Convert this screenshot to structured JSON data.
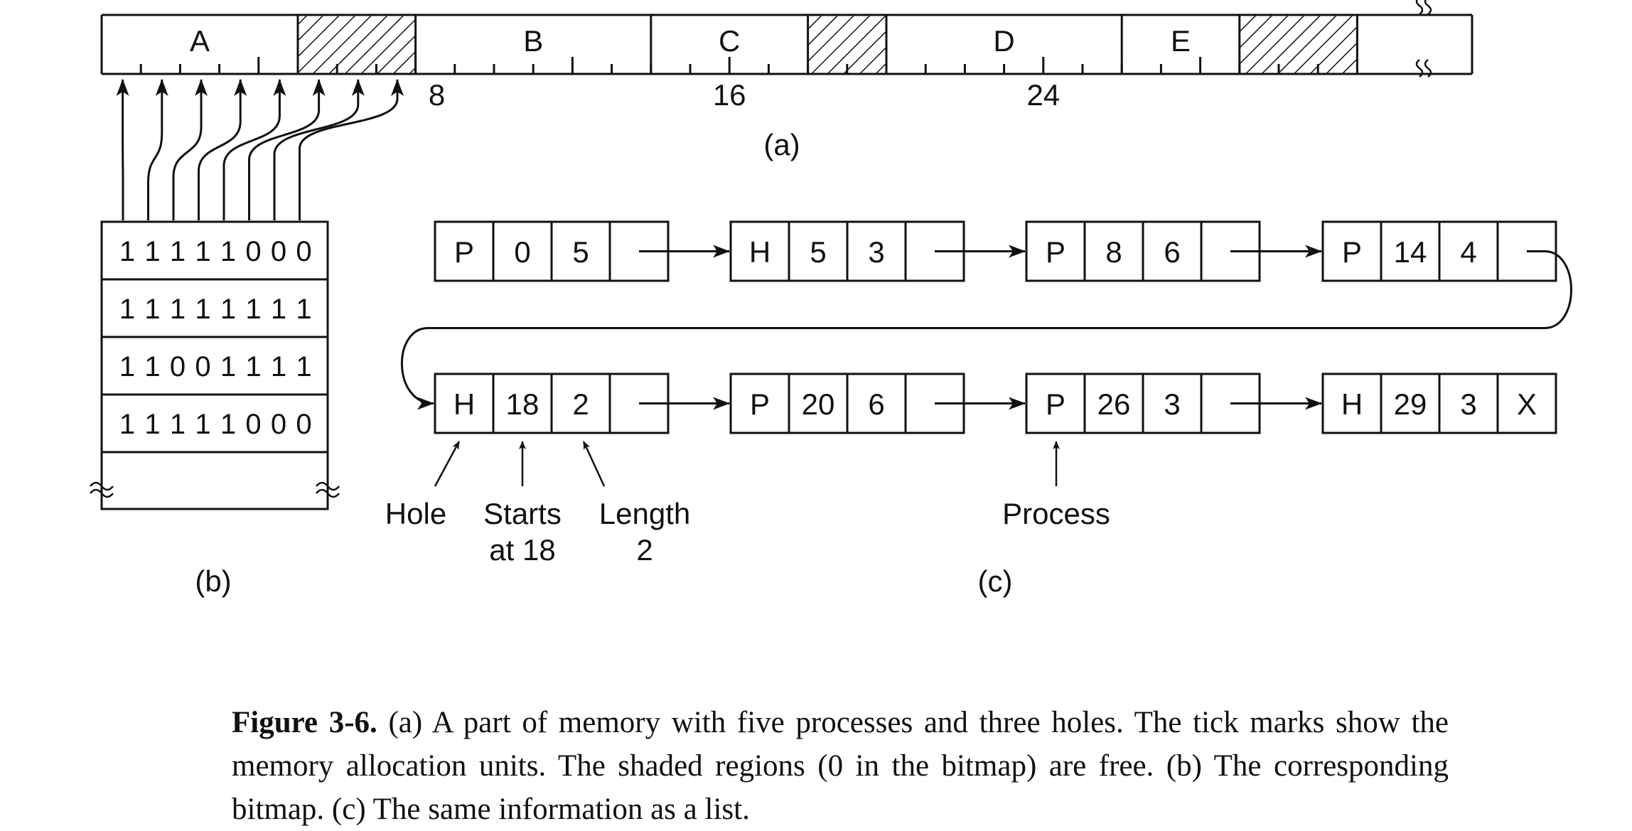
{
  "colors": {
    "ink": "#111111",
    "hatch": "#111111",
    "background": "#ffffff"
  },
  "memory": {
    "segments": [
      {
        "type": "process",
        "label": "A",
        "start": 0,
        "length": 5
      },
      {
        "type": "hole",
        "label": "",
        "start": 5,
        "length": 3
      },
      {
        "type": "process",
        "label": "B",
        "start": 8,
        "length": 6
      },
      {
        "type": "process",
        "label": "C",
        "start": 14,
        "length": 4
      },
      {
        "type": "hole",
        "label": "",
        "start": 18,
        "length": 2
      },
      {
        "type": "process",
        "label": "D",
        "start": 20,
        "length": 6
      },
      {
        "type": "process",
        "label": "E",
        "start": 26,
        "length": 3
      },
      {
        "type": "hole",
        "label": "",
        "start": 29,
        "length": 3
      }
    ],
    "unit_labels": [
      "8",
      "16",
      "24"
    ],
    "panel_label": "(a)"
  },
  "bitmap": {
    "rows": [
      "11111000",
      "11111111",
      "11001111",
      "11111000"
    ],
    "panel_label": "(b)"
  },
  "list": {
    "rows": [
      [
        {
          "kind": "P",
          "start": "0",
          "length": "5",
          "next": ""
        },
        {
          "kind": "H",
          "start": "5",
          "length": "3",
          "next": ""
        },
        {
          "kind": "P",
          "start": "8",
          "length": "6",
          "next": ""
        },
        {
          "kind": "P",
          "start": "14",
          "length": "4",
          "next": ""
        }
      ],
      [
        {
          "kind": "H",
          "start": "18",
          "length": "2",
          "next": ""
        },
        {
          "kind": "P",
          "start": "20",
          "length": "6",
          "next": ""
        },
        {
          "kind": "P",
          "start": "26",
          "length": "3",
          "next": ""
        },
        {
          "kind": "H",
          "start": "29",
          "length": "3",
          "next": "X"
        }
      ]
    ],
    "annotations": {
      "hole": [
        "Hole"
      ],
      "starts": [
        "Starts",
        "at 18"
      ],
      "length": [
        "Length",
        "2"
      ],
      "process": [
        "Process"
      ]
    },
    "panel_label": "(c)"
  },
  "caption": {
    "label": "Figure 3-6.",
    "text": "(a) A part of memory with five processes and three holes. The tick marks show the memory allocation units. The shaded regions (0 in the bitmap) are free.  (b) The corresponding bitmap.  (c) The same information as a list."
  }
}
